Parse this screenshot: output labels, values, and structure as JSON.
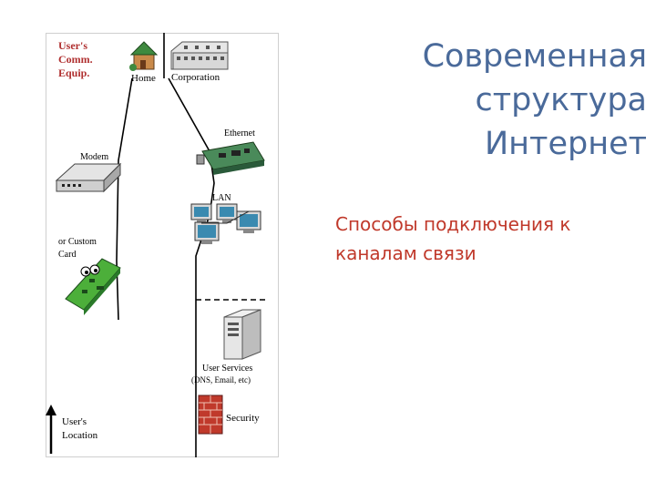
{
  "slide": {
    "title_lines": [
      "Современная",
      "структура",
      "Интернет"
    ],
    "subtitle": "Способы подключения к каналам связи"
  },
  "diagram": {
    "equip_label": [
      "User's",
      "Comm.",
      "Equip."
    ],
    "home_label": "Home",
    "corporation_label": "Corporation",
    "ethernet_label": "Ethernet",
    "modem_label": "Modem",
    "lan_label": "LAN",
    "card_label": [
      "or Custom",
      "Card"
    ],
    "services_label": "User Services",
    "services_sub": "(DNS, Email, etc)",
    "security_label": "Security",
    "location_label": [
      "User's",
      "Location"
    ]
  },
  "colors": {
    "title": "#4a6a9a",
    "subtitle": "#c0392b",
    "equip_label": "#b03030",
    "card_green": "#4caf3a",
    "firewall_red": "#c0392b"
  }
}
